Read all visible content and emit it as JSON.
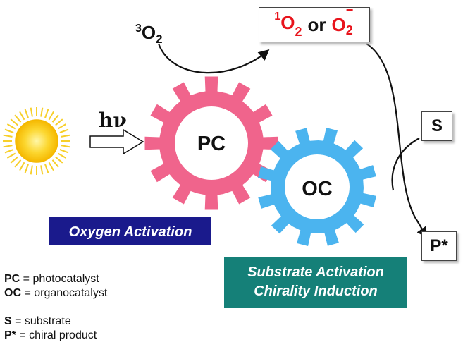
{
  "oxygen": {
    "sup": "3",
    "base": "O",
    "sub": "2"
  },
  "reactive_oxygen": {
    "singlet_sup": "1",
    "singlet_base": "O",
    "singlet_sub": "2",
    "or_text": "or",
    "superoxide_base": "O",
    "superoxide_sub": "2",
    "superoxide_charge": "−"
  },
  "light_label": "hν",
  "gears": {
    "pc_label": "PC",
    "oc_label": "OC"
  },
  "substrate_box": "S",
  "product_box": "P*",
  "boxes": {
    "oxygen_activation": "Oxygen Activation",
    "substrate_activation_line1": "Substrate Activation",
    "substrate_activation_line2": "Chirality Induction"
  },
  "legend": [
    {
      "term": "PC",
      "definition": " = photocatalyst"
    },
    {
      "term": "OC",
      "definition": " = organocatalyst"
    },
    {
      "term": "S",
      "definition": " = substrate"
    },
    {
      "term": "P*",
      "definition": " = chiral product"
    }
  ],
  "colors": {
    "pc_gear": "#f0648c",
    "oc_gear": "#4bb4ef",
    "oxygen_box": "#1a1a8c",
    "substrate_box": "#158078",
    "sun_core": "#f5b800",
    "sun_rays": "#f7cf2a",
    "ros_text": "#e8141c"
  }
}
